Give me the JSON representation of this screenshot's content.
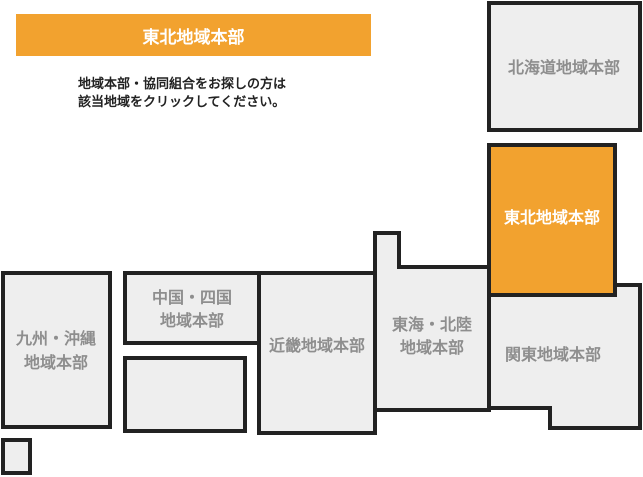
{
  "header": {
    "title": "東北地域本部",
    "instruction_line1": "地域本部・協同組合をお探しの方は",
    "instruction_line2": "該当地域をクリックしてください。"
  },
  "colors": {
    "accent": "#f2a22f",
    "region_fill": "#eeeeee",
    "region_border": "#222222",
    "label_gray": "#8e8e8e"
  },
  "regions": {
    "hokkaido": {
      "label": "北海道地域本部"
    },
    "tohoku": {
      "label": "東北地域本部",
      "selected": true
    },
    "kanto": {
      "label": "関東地域本部"
    },
    "tokai_hokuriku": {
      "line1": "東海・北陸",
      "line2": "地域本部"
    },
    "kinki": {
      "label": "近畿地域本部"
    },
    "chugoku_shikoku": {
      "line1": "中国・四国",
      "line2": "地域本部"
    },
    "kyushu_okinawa": {
      "line1": "九州・沖縄",
      "line2": "地域本部"
    }
  }
}
